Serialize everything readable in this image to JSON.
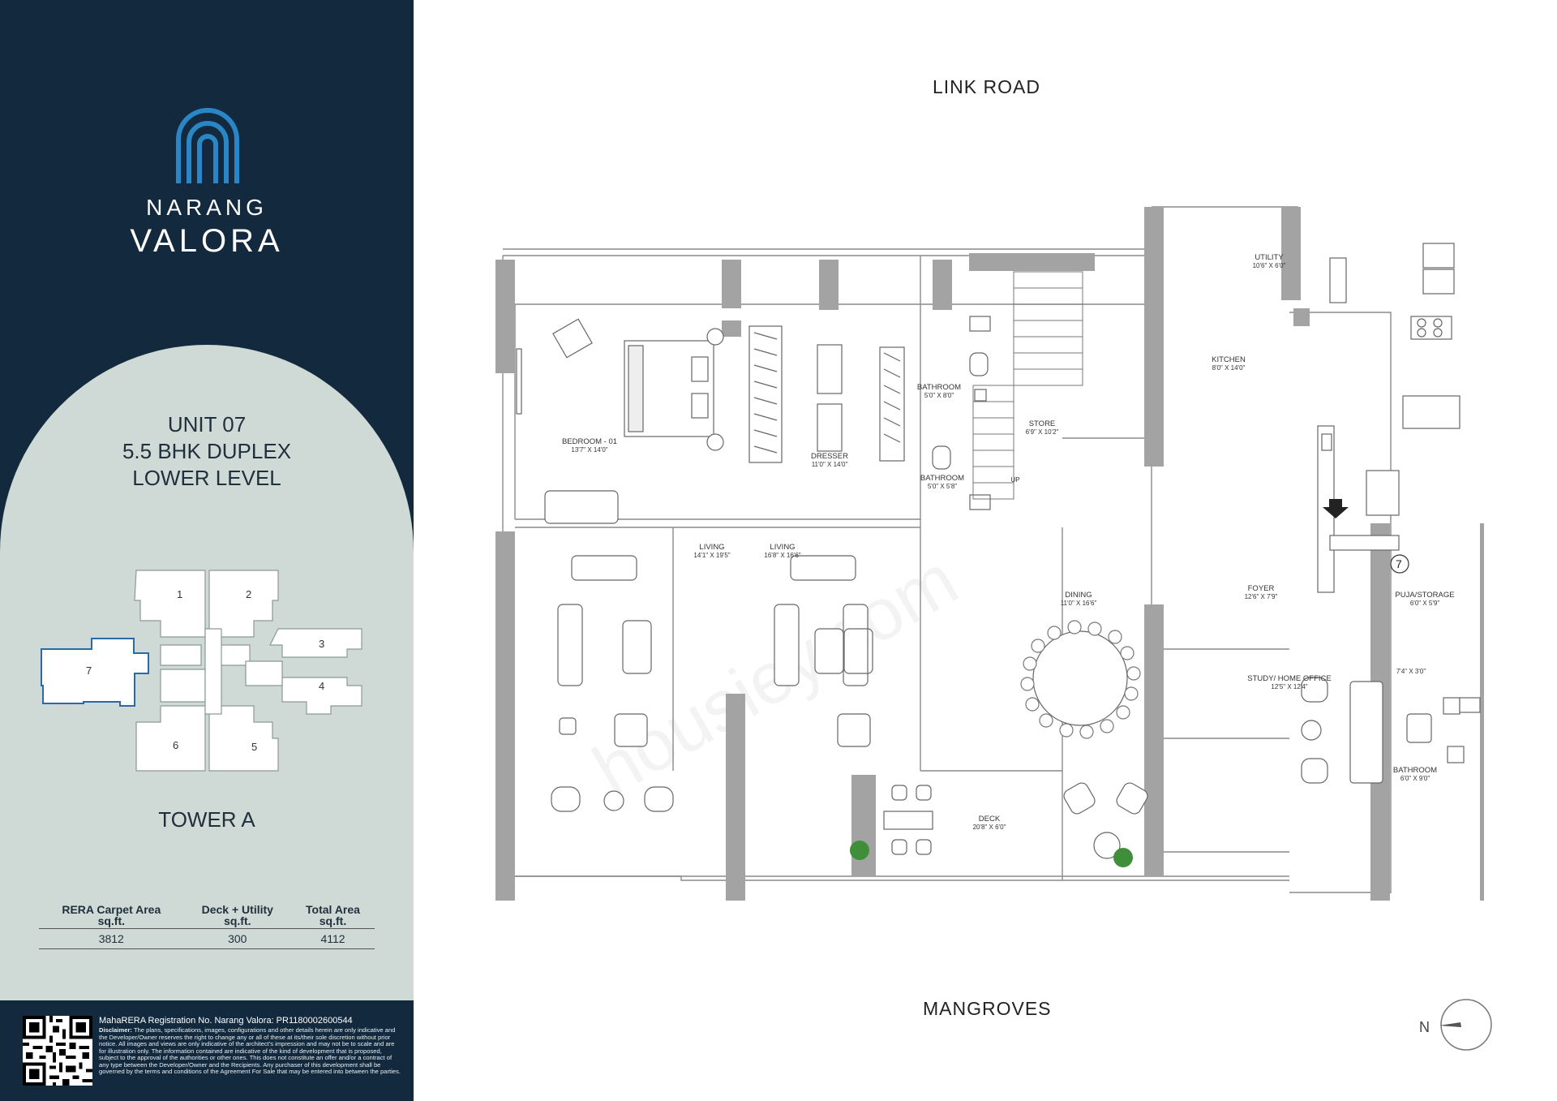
{
  "brand": {
    "line1": "NARANG",
    "line2": "VALORA"
  },
  "unit": {
    "title": "UNIT 07",
    "type": "5.5 BHK  DUPLEX",
    "level": "LOWER LEVEL"
  },
  "key_plan": {
    "units": [
      "1",
      "2",
      "3",
      "4",
      "5",
      "6",
      "7"
    ],
    "highlighted": "7",
    "highlight_color": "#2a6aa8",
    "tower_label": "TOWER A"
  },
  "area_table": {
    "headers": [
      [
        "RERA Carpet Area",
        "sq.ft."
      ],
      [
        "Deck + Utility",
        "sq.ft."
      ],
      [
        "Total Area",
        "sq.ft."
      ]
    ],
    "values": [
      "3812",
      "300",
      "4112"
    ]
  },
  "footer": {
    "rera_registration": "MahaRERA Registration No. Narang Valora: PR1180002600544",
    "disclaimer_label": "Disclaimer:",
    "disclaimer": "The plans, specifications, images, configurations and other details herein are only indicative and the Developer/Owner reserves the right to change any or all of these at its/their sole discretion without prior notice. All images and views are only indicative of the architect's impression and may not be to scale and are for illustration only. The information contained are indicative of the kind of development that is proposed, subject to the approval of the authorities or other ones. This does not constitute an offer and/or a contract of any type between the Developer/Owner and the Recipients. Any purchaser of this development shall be governed by the terms and conditions of the Agreement For Sale that may be entered into between the parties."
  },
  "roads": {
    "top": "LINK ROAD",
    "bottom": "MANGROVES"
  },
  "compass": {
    "label": "N"
  },
  "watermark": "housiey.com",
  "rooms": [
    {
      "name": "BEDROOM - 01",
      "size": "13'7\" X 14'0\""
    },
    {
      "name": "DRESSER",
      "size": "11'0\" X 14'0\""
    },
    {
      "name": "BATHROOM",
      "size": "5'0\" X 8'0\""
    },
    {
      "name": "BATHROOM",
      "size": "5'0\" X 5'8\""
    },
    {
      "name": "STORE",
      "size": "6'9\" X 10'2\""
    },
    {
      "name": "UTILITY",
      "size": "10'6\" X 6'0\""
    },
    {
      "name": "KITCHEN",
      "size": "8'0\" X 14'0\""
    },
    {
      "name": "LIVING",
      "size": "14'1\" X 19'5\""
    },
    {
      "name": "LIVING",
      "size": "16'8\" X 16'6\""
    },
    {
      "name": "DINING",
      "size": "11'0\" X 16'6\""
    },
    {
      "name": "FOYER",
      "size": "12'6\" X 7'9\""
    },
    {
      "name": "PUJA/STORAGE",
      "size": "6'0\" X 5'9\""
    },
    {
      "name": "STUDY/ HOME OFFICE",
      "size": "12'5\" X 12'4\""
    },
    {
      "name": "BATHROOM",
      "size": "6'0\" X 9'0\""
    },
    {
      "name": "DECK",
      "size": "20'8\" X 6'0\""
    }
  ],
  "misc_labels": {
    "up": "UP",
    "passage": "7'4\" X 3'0\"",
    "puja_number": "7"
  }
}
